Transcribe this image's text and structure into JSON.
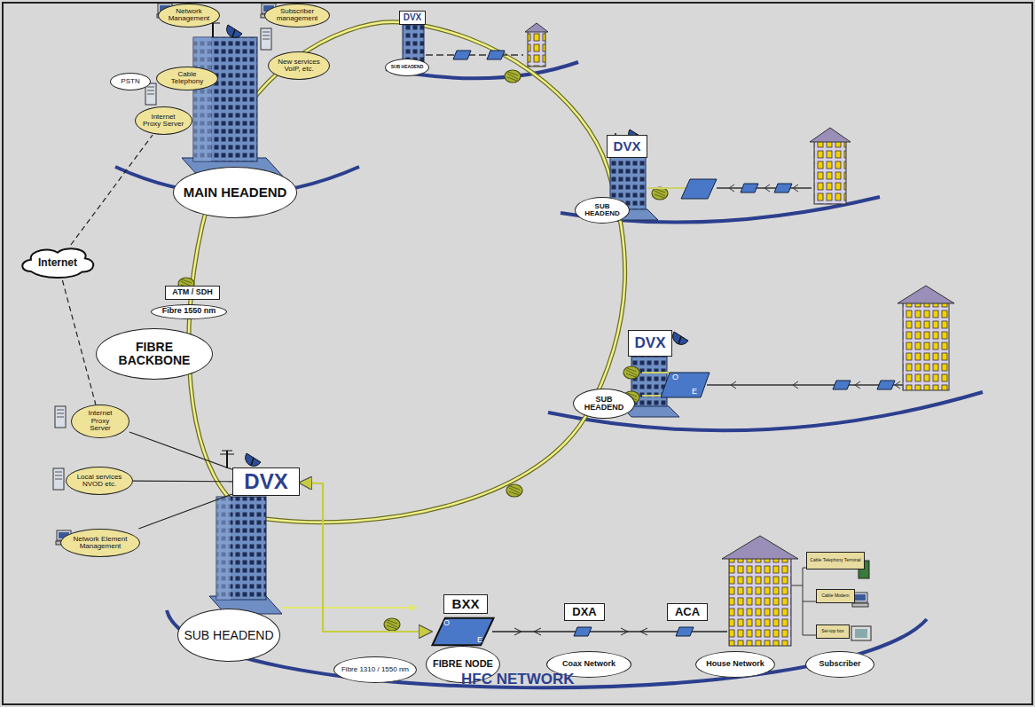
{
  "diagram": {
    "nodes": [
      {
        "text": [
          "Network Management"
        ]
      },
      {
        "text": [
          "Subscriber management"
        ]
      },
      {
        "text": [
          "PSTN"
        ]
      },
      {
        "text": [
          "Cable Telephony"
        ]
      },
      {
        "text": [
          "New services VoIP, etc."
        ]
      },
      {
        "text": [
          "Internet Proxy Server"
        ]
      },
      {
        "text": [
          "MAIN HEADEND"
        ]
      },
      {
        "text": [
          "Internet"
        ]
      },
      {
        "text": [
          "ATM / SDH"
        ]
      },
      {
        "text": [
          "Fibre 1550 nm"
        ]
      },
      {
        "text": [
          "FIBRE BACKBONE"
        ]
      },
      {
        "text": [
          "DVX"
        ]
      },
      {
        "text": [
          "SUB HEADEND"
        ]
      },
      {
        "text": [
          "DVX"
        ]
      },
      {
        "text": [
          "SUB HEADEND"
        ]
      },
      {
        "text": [
          "DVX"
        ]
      },
      {
        "text": [
          "SUB HEADEND"
        ]
      },
      {
        "text": [
          "Internet Proxy Server"
        ]
      },
      {
        "text": [
          "Local services NVOD etc."
        ]
      },
      {
        "text": [
          "Network Element Management"
        ]
      },
      {
        "text": [
          "DVX"
        ]
      },
      {
        "text": [
          "SUB HEADEND"
        ]
      },
      {
        "text": [
          "BXX"
        ]
      },
      {
        "text": [
          "O",
          "E"
        ]
      },
      {
        "text": [
          "FIBRE NODE"
        ]
      },
      {
        "text": [
          "Fibre 1310 / 1550 nm"
        ]
      },
      {
        "text": [
          "DXA"
        ]
      },
      {
        "text": [
          "Coax Network"
        ]
      },
      {
        "text": [
          "ACA"
        ]
      },
      {
        "text": [
          "House Network"
        ]
      },
      {
        "text": [
          "Subscriber"
        ]
      },
      {
        "text": [
          "Cable Telephony Terminal"
        ]
      },
      {
        "text": [
          "Cable Modem"
        ]
      },
      {
        "text": [
          "Set-top box"
        ]
      }
    ],
    "edges": [
      {
        "from": 7,
        "to": 5,
        "arrow": "none"
      },
      {
        "from": 7,
        "to": 17,
        "arrow": "none"
      },
      {
        "from": 17,
        "to": 20,
        "arrow": "none"
      },
      {
        "from": 18,
        "to": 20,
        "arrow": "none"
      },
      {
        "from": 19,
        "to": 20,
        "arrow": "none"
      },
      {
        "from": 20,
        "to": 23,
        "arrow": "both"
      }
    ],
    "labels": [
      "HFC NETWORK",
      "O",
      "E"
    ]
  }
}
